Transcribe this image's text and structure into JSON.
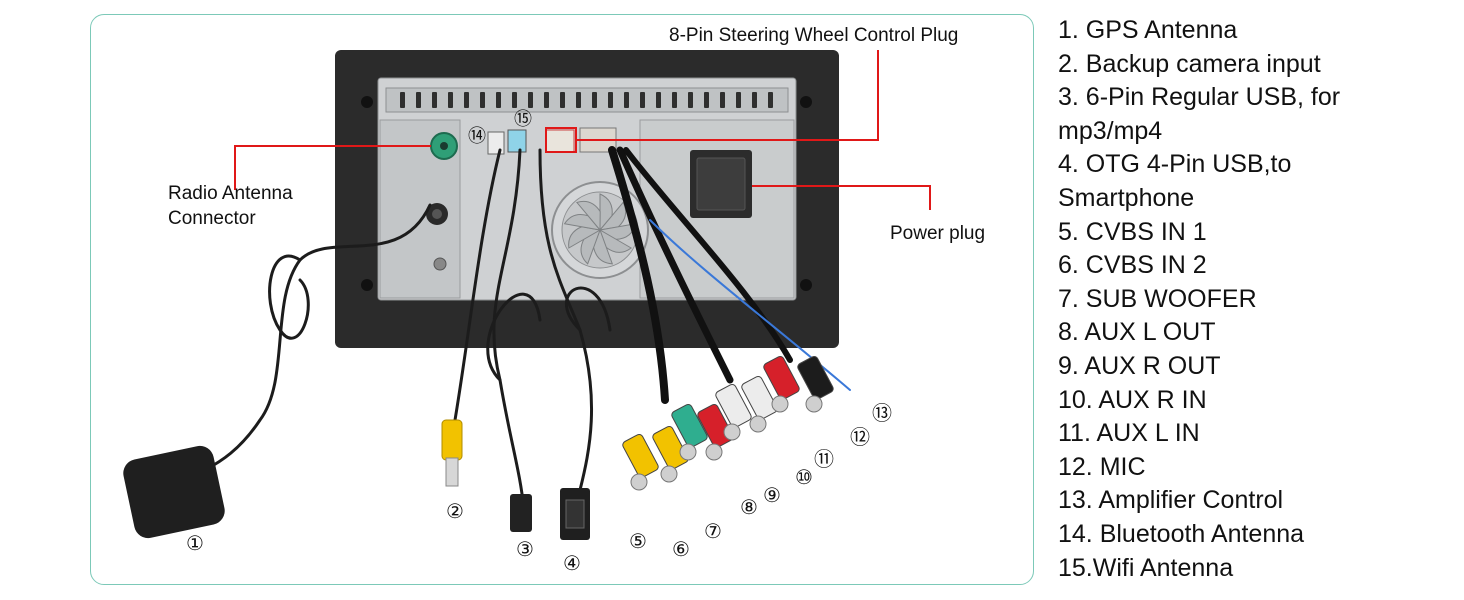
{
  "callouts": {
    "steering": "8-Pin Steering Wheel Control Plug",
    "radio_line1": "Radio Antenna",
    "radio_line2": "Connector",
    "power": "Power plug"
  },
  "markers": [
    "①",
    "②",
    "③",
    "④",
    "⑤",
    "⑥",
    "⑦",
    "⑧",
    "⑨",
    "⑩",
    "⑪",
    "⑫",
    "⑬",
    "⑭",
    "⑮"
  ],
  "legend": [
    "1. GPS Antenna",
    "2. Backup camera input",
    "3. 6-Pin Regular USB, for",
    "mp3/mp4",
    "4. OTG 4-Pin USB,to",
    "Smartphone",
    "5. CVBS IN 1",
    "6. CVBS IN 2",
    "7. SUB WOOFER",
    "8. AUX L OUT",
    "9. AUX R OUT",
    "10. AUX R IN",
    "11. AUX L IN",
    "12. MIC",
    "13. Amplifier Control",
    "14. Bluetooth Antenna",
    "15.Wifi Antenna"
  ],
  "colors": {
    "frame": "#7cc9b8",
    "leader": "#e01818",
    "bezel": "#2a2a2a",
    "chassis": "#c9cbcd",
    "yellow_rca": "#f2c200",
    "green_rca": "#2fae8f",
    "red_rca": "#d6202a",
    "white_rca": "#ececec",
    "blue_wire": "#3a78d8"
  }
}
